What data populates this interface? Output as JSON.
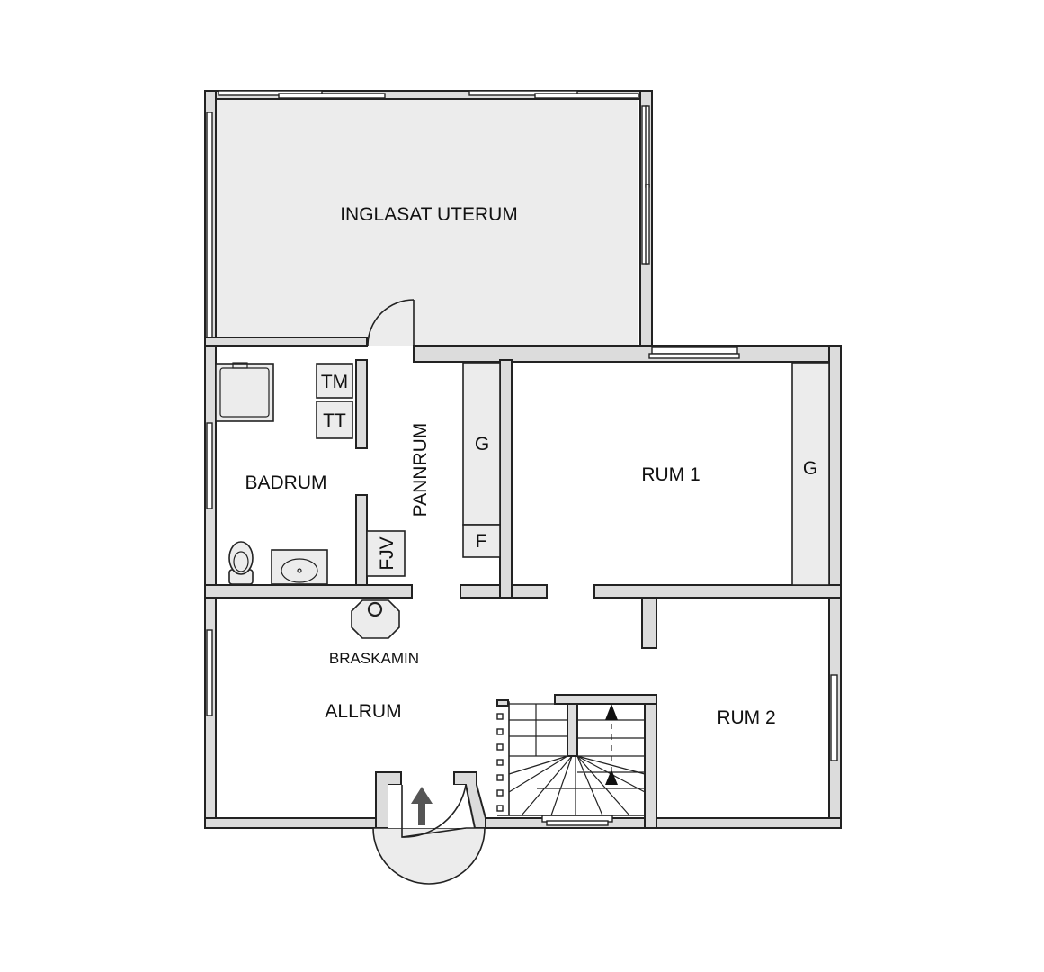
{
  "rooms": {
    "uterum": "INGLASAT UTERUM",
    "badrum": "BADRUM",
    "pannrum": "PANNRUM",
    "rum1": "RUM 1",
    "rum2": "RUM 2",
    "allrum": "ALLRUM"
  },
  "fixtures": {
    "tm": "TM",
    "tt": "TT",
    "g1": "G",
    "f": "F",
    "g2": "G",
    "fjv": "FJV",
    "braskamin": "BRASKAMIN"
  },
  "colors": {
    "wall": "#dcdcdc",
    "outline": "#222222",
    "room_fill": "#ececec",
    "entry_arrow": "#555555"
  }
}
